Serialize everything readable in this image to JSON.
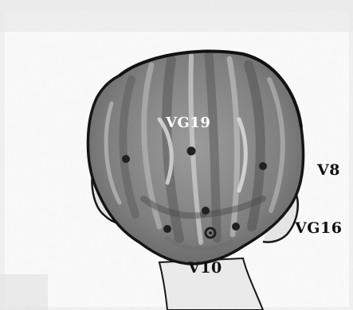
{
  "figure": {
    "subject": "head-back-view",
    "point_labels": {
      "vg19": "VG19",
      "v8": "V8",
      "vg16": "VG16",
      "v10": "V10"
    }
  },
  "colors": {
    "ink": "#111111",
    "hair_base": "#8f8f8f",
    "hair_dark": "#555555",
    "hair_light": "#cfcfcf",
    "skin_shadow": "#d6d6d6",
    "point_marker": "#1a1a1a",
    "label_on_dark": "#ffffff"
  }
}
